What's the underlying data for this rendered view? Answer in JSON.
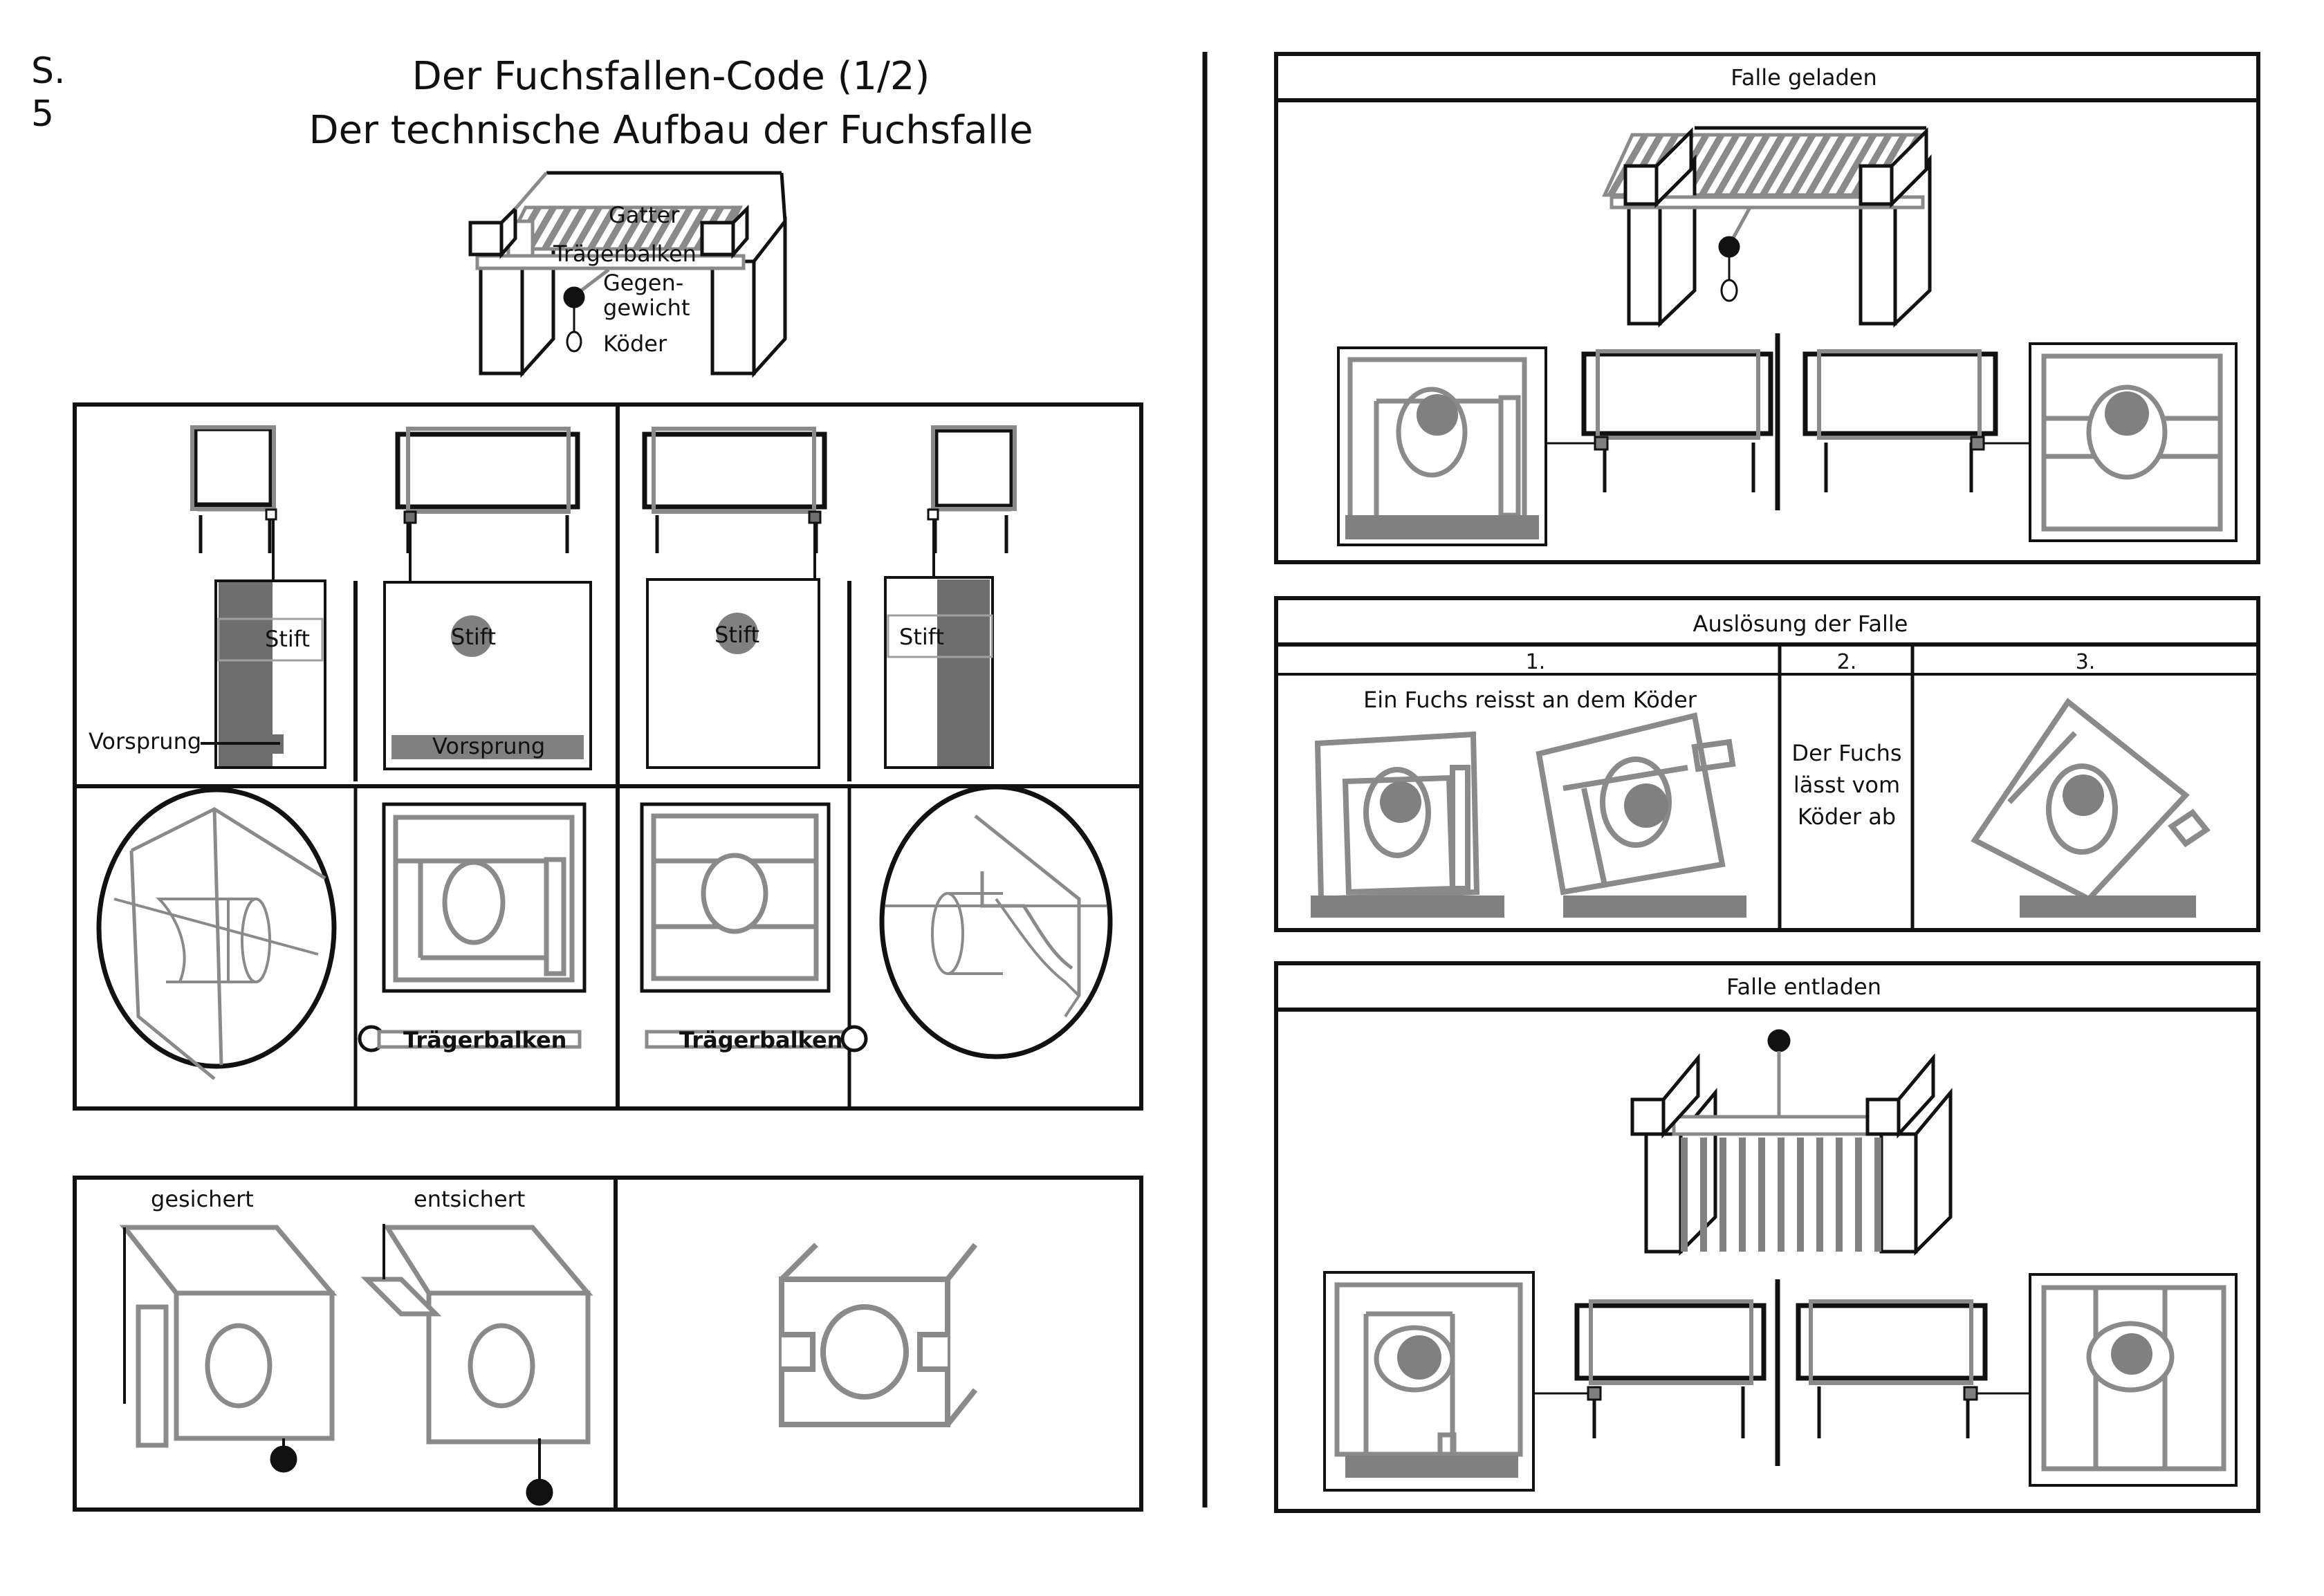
{
  "page": {
    "number_line1": "S.",
    "number_line2": "5"
  },
  "header": {
    "title_line1": "Der Fuchsfallen-Code (1/2)",
    "title_line2": "Der technische Aufbau der Fuchsfalle"
  },
  "overview": {
    "gatter": "Gatter",
    "traegerbalken": "Trägerbalken",
    "gegengewicht_line1": "Gegen-",
    "gegengewicht_line2": "gewicht",
    "koeder": "Köder"
  },
  "mechanism_grid": {
    "stift": "Stift",
    "vorsprung": "Vorsprung",
    "traegerbalken": "Trägerbalken"
  },
  "lock_panel": {
    "gesichert": "gesichert",
    "entsichert": "entsichert"
  },
  "falle_geladen": {
    "title": "Falle geladen"
  },
  "ausloesung": {
    "title": "Auslösung der Falle",
    "steps": [
      "1.",
      "2.",
      "3."
    ],
    "step1_text": "Ein Fuchs reisst an dem Köder",
    "step2_line1": "Der Fuchs",
    "step2_line2": "lässt vom",
    "step2_line3": "Köder ab"
  },
  "falle_entladen": {
    "title": "Falle entladen"
  },
  "colors": {
    "line": "#111111",
    "gray": "#808080",
    "dark_gray": "#6e6e6e",
    "light_gray": "#a0a0a0"
  }
}
